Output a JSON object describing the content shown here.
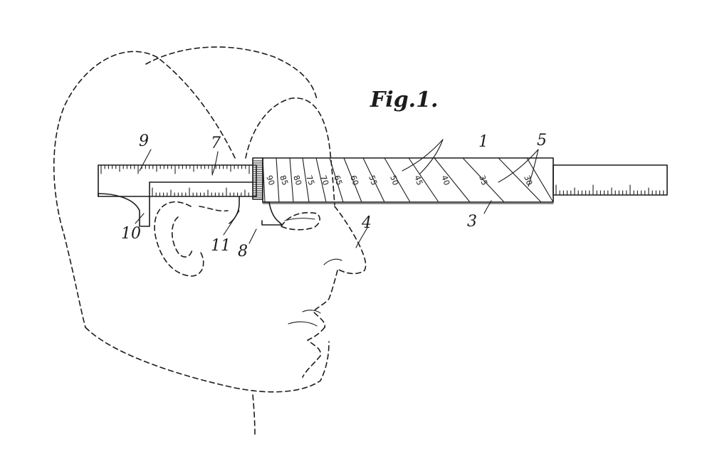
{
  "figure": {
    "title": "Fig.1.",
    "reference_numerals": [
      "1",
      "3",
      "4",
      "5",
      "7",
      "8",
      "9",
      "10",
      "11"
    ],
    "scale_markings": [
      "90",
      "85",
      "80",
      "75",
      "70",
      "65",
      "60",
      "55",
      "50",
      "45",
      "40",
      "35",
      "30"
    ]
  }
}
